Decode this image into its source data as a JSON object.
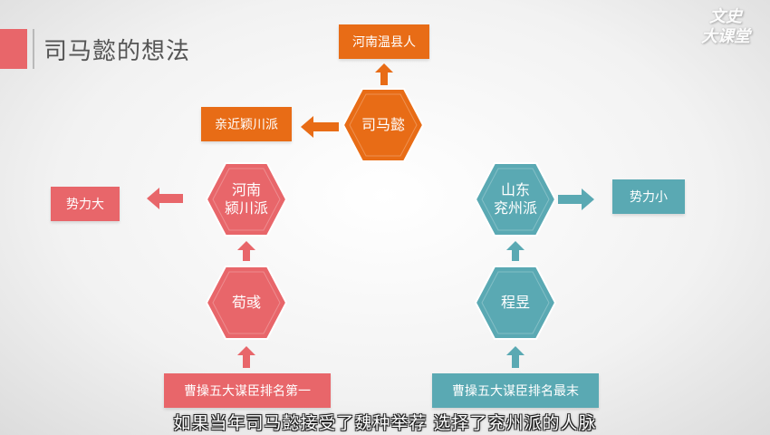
{
  "title": "司马懿的想法",
  "watermark": {
    "line1": "文史",
    "line2": "大课堂"
  },
  "nodes": {
    "simayi": "司马懿",
    "henan_yingchuan": "河南\n颍川派",
    "shandong_yanzhou": "山东\n兖州派",
    "xunyu": "荀彧",
    "chengyu": "程昱"
  },
  "boxes": {
    "henan_wenxian": "河南温县人",
    "qinjin_yingchuan": "亲近颖川派",
    "shili_da": "势力大",
    "shili_xiao": "势力小",
    "rank_first": "曹操五大谋臣排名第一",
    "rank_last": "曹操五大谋臣排名最末"
  },
  "caption": "如果当年司马懿接受了魏种举荐 选择了兖州派的人脉",
  "colors": {
    "orange": "#e86c16",
    "red": "#e8666a",
    "teal": "#5aa9b3"
  }
}
